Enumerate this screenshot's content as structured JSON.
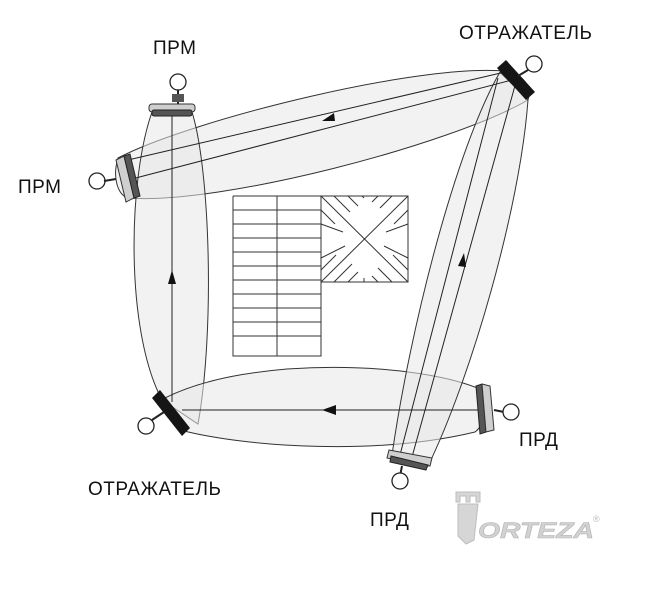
{
  "labels": {
    "receiver_top": "ПРМ",
    "receiver_left": "ПРМ",
    "reflector_top_right": "ОТРАЖАТЕЛЬ",
    "reflector_bottom_left": "ОТРАЖАТЕЛЬ",
    "transmitter_right": "ПРД",
    "transmitter_bottom": "ПРД"
  },
  "logo": {
    "text": "ORTEZA",
    "registered": "®"
  },
  "colors": {
    "beam_fill": "#e8e8e8",
    "line": "#222222",
    "reflector": "#151515",
    "logo_gray": "#d2d2d2"
  }
}
